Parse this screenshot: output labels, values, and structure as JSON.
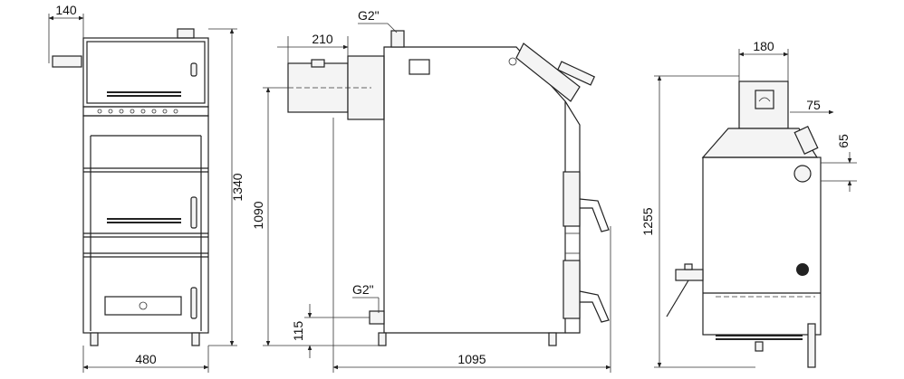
{
  "front_view": {
    "dim_top_offset": "140",
    "dim_height": "1340",
    "dim_width": "480"
  },
  "side_view": {
    "dim_flue": "210",
    "connection_top": "G2\"",
    "dim_height": "1090",
    "connection_bottom": "G2\"",
    "dim_bottom_conn": "115",
    "dim_depth": "1095"
  },
  "rear_view": {
    "dim_flue_width": "180",
    "dim_offset": "75",
    "dim_vertical": "65",
    "dim_height": "1255"
  }
}
